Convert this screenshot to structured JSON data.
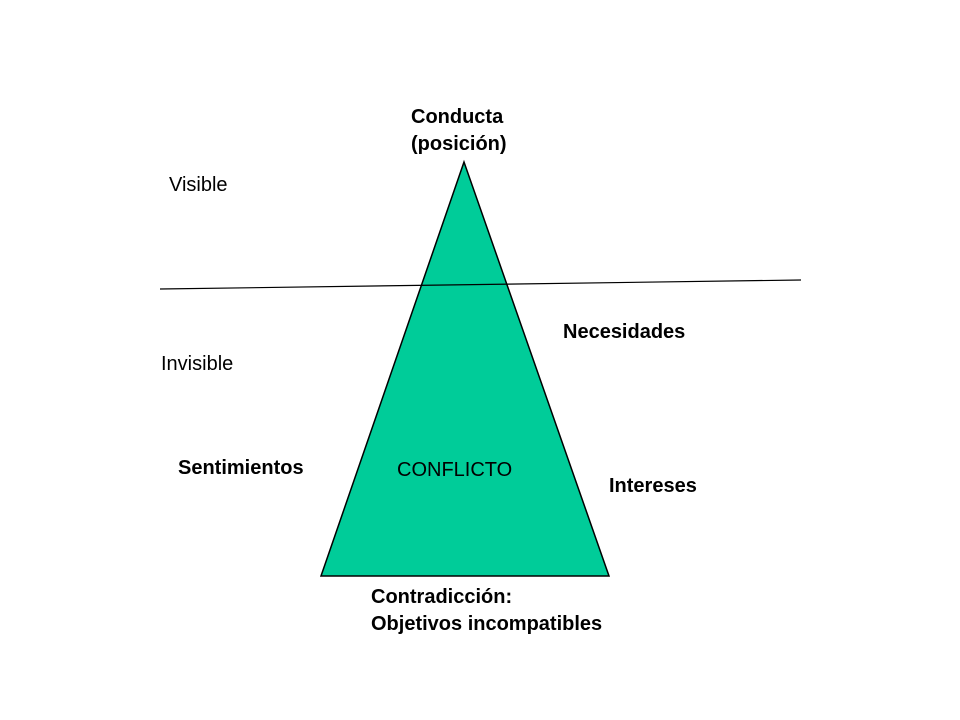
{
  "diagram": {
    "top_label": {
      "line1": "Conducta",
      "line2": "(posición)"
    },
    "visible_label": "Visible",
    "invisible_label": "Invisible",
    "needs_label": "Necesidades",
    "feelings_label": "Sentimientos",
    "center_label": "CONFLICTO",
    "interests_label": "Intereses",
    "bottom_label": {
      "line1": "Contradicción:",
      "line2": "Objetivos incompatibles"
    },
    "colors": {
      "triangle_fill": "#00CC99",
      "stroke": "#000000",
      "text": "#000000"
    }
  }
}
